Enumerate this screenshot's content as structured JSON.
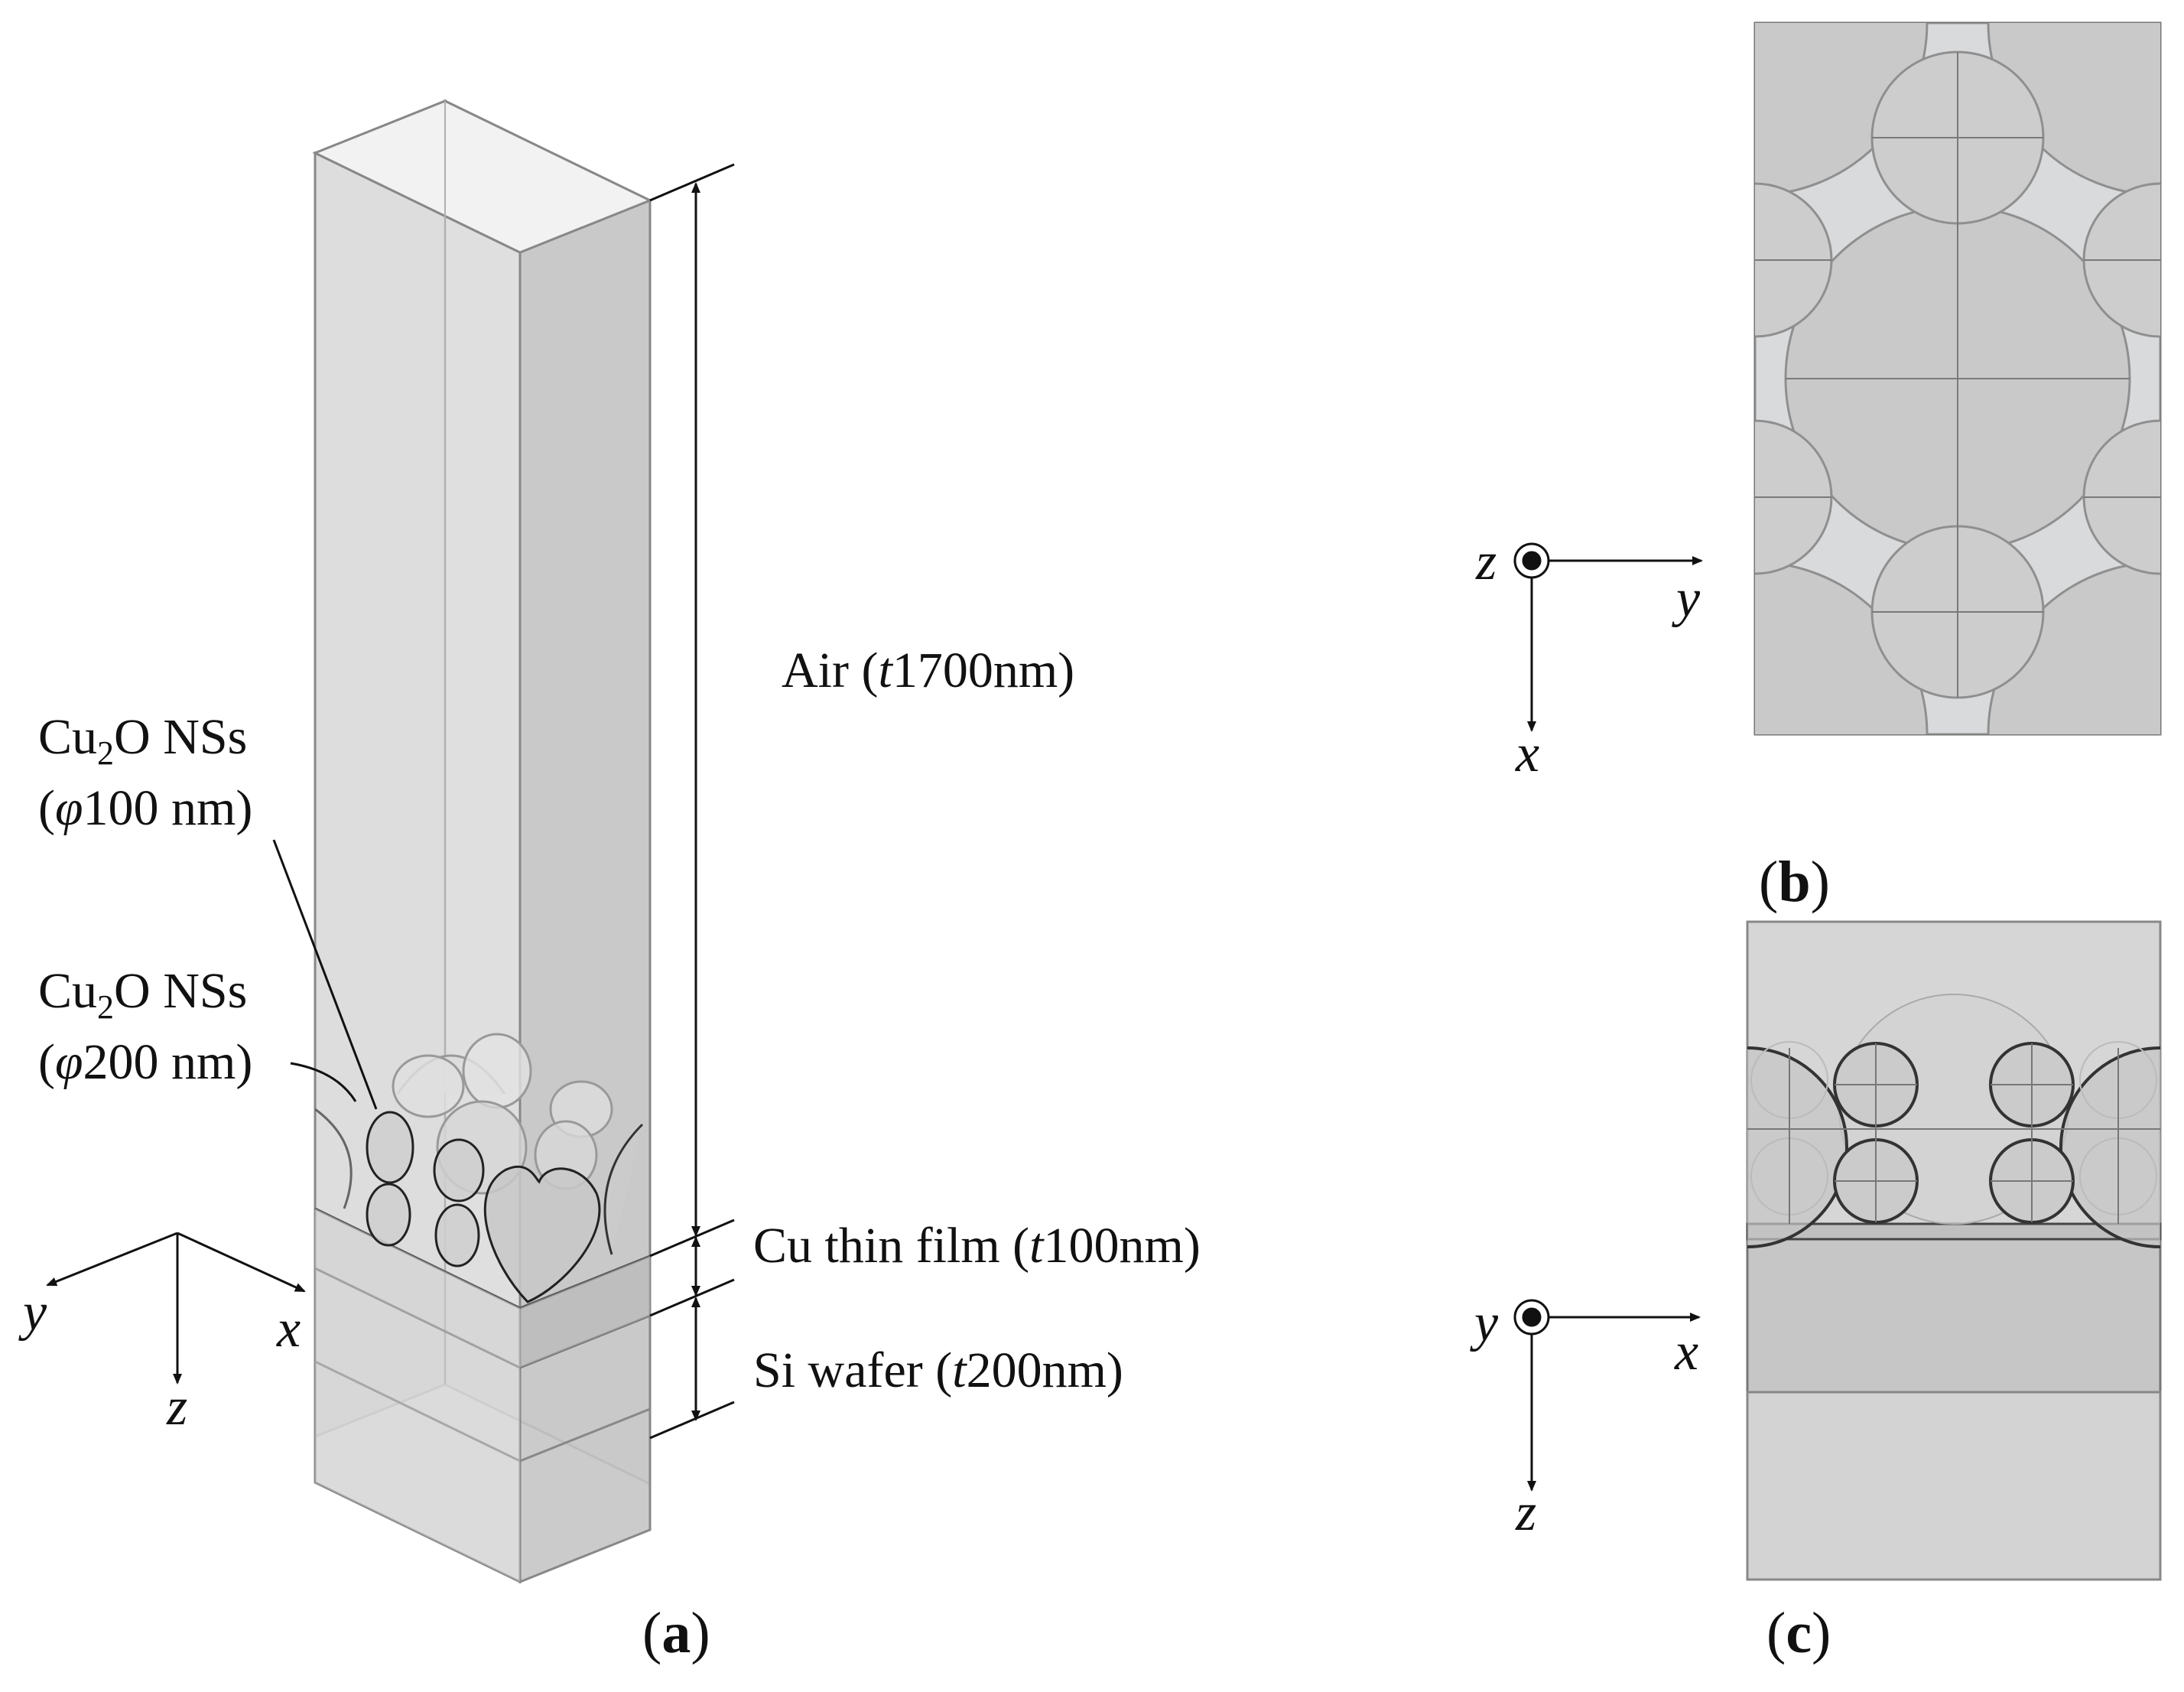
{
  "panel_a": {
    "label_open": "(",
    "label_letter": "a",
    "label_close": ")",
    "air": {
      "text": "Air (",
      "italic": "t",
      "rest": "1700nm)"
    },
    "cu2o_small": {
      "line1_a": "Cu",
      "line1_sub": "2",
      "line1_b": "O NSs",
      "line2_a": "(",
      "line2_sym": "φ",
      "line2_b": "100 nm)"
    },
    "cu2o_large": {
      "line1_a": "Cu",
      "line1_sub": "2",
      "line1_b": "O NSs",
      "line2_a": "(",
      "line2_sym": "φ",
      "line2_b": "200 nm)"
    },
    "cu_film": {
      "text": "Cu thin film (",
      "italic": "t",
      "rest": "100nm)"
    },
    "si_wafer": {
      "text": "Si wafer (",
      "italic": "t",
      "rest": "200nm)"
    },
    "axes": {
      "x": "x",
      "y": "y",
      "z": "z"
    }
  },
  "panel_b": {
    "label_open": "(",
    "label_letter": "b",
    "label_close": ")",
    "axes": {
      "out_of_page": "z",
      "horizontal": "y",
      "vertical": "x"
    }
  },
  "panel_c": {
    "label_open": "(",
    "label_letter": "c",
    "label_close": ")",
    "axes": {
      "out_of_page": "y",
      "horizontal": "x",
      "vertical": "z"
    }
  }
}
